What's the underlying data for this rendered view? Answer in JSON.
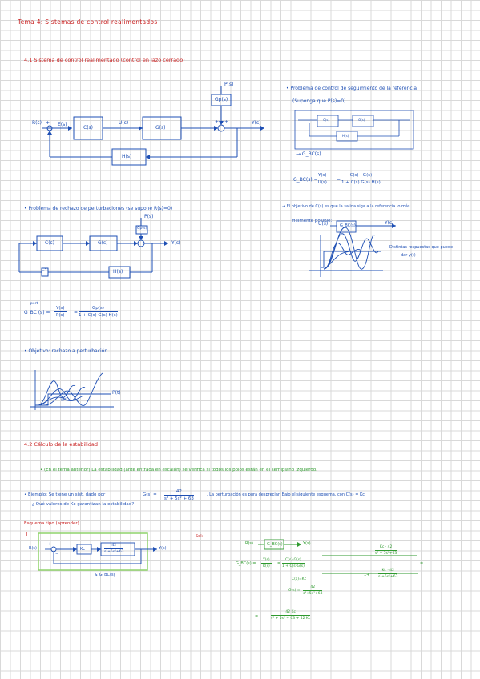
{
  "title": "Tema 4: Sistemas de control realimentados",
  "section_41": {
    "heading": "4.1 Sistema de control realimentado (control en lazo cerrado)",
    "diagram1": {
      "R": "R(s)",
      "plus": "+",
      "E": "E(s)",
      "minus": "−",
      "C": "C(s)",
      "U": "U(s)",
      "G": "G(s)",
      "Y": "Y(s)",
      "H": "H(s)",
      "P": "P(s)",
      "Gp": "Gp(s)",
      "plus2": "+",
      "plus3": "+"
    },
    "tracking": {
      "line1": "• Problema de control de seguimiento de la referencia",
      "line2": "(Suponga que P(s)=0)",
      "gbc_label": "→ G_BC(s)",
      "mini_C": "C(s)",
      "mini_G": "G(s)",
      "mini_H": "H(s)",
      "eq_lhs": "G_BC(s) =",
      "eq_num1": "Y(s)",
      "eq_den1": "U(s)",
      "eq_eq": "=",
      "eq_num2": "C(s) · G(s)",
      "eq_den2": "1 + C(s) G(s) H(s)"
    },
    "objective_tracking": {
      "line1": "→ El objetivo de C(s) es que la salida siga a la referencia lo más",
      "line2": "fielmente posible:",
      "U": "U(s)",
      "G": "G_BC(s)",
      "Y": "Y(s)",
      "note1": "Distintas respuestas que puede",
      "note2": "dar y(t)"
    },
    "disturbance": {
      "line1": "• Problema de rechazo de perturbaciones (se supone R(s)=0)",
      "P": "P(s)",
      "Gp": "Gp(s)",
      "C": "C(s)",
      "G": "G(s)",
      "Y": "Y(s)",
      "H": "H(s)",
      "minus": "−1",
      "eq_sup": "pert",
      "eq_lhs": "G_BC (s) =",
      "eq_num1": "Y(s)",
      "eq_den1": "P(s)",
      "eq_eq": "=",
      "eq_num2": "Gp(s)",
      "eq_den2": "1 + C(s) G(s) H(s)",
      "objective": "• Objetivo: rechazo a perturbación",
      "plot_label": "P(t)",
      "plot_sub": "y(t)"
    }
  },
  "section_42": {
    "heading": "4.2 Cálculo de la estabilidad",
    "line1": "• (En el tema anterior) La estabilidad (ante entrada en escalón) se verifica si todos los polos están en el semiplano izquierdo.",
    "example_line1a": "• Ejemplo: Se tiene un sist. dado por",
    "example_G": "G(s) =",
    "example_num": "42",
    "example_den": "s³ + 5s² + 63",
    "example_line1b": ". La perturbación es pura despreciar. Bajo el siguiente esquema, con C(s) = Kc",
    "example_line2": "¿ Qué valores de Kc garantizan la estabilidad?",
    "scheme_title": "Esquema tipo (aprender)",
    "scheme_arrow": "L",
    "sol_label": "Sol:",
    "scheme": {
      "R": "R(s)",
      "plus": "+",
      "minus": "−",
      "Kc": "Kc",
      "num": "42",
      "den": "s³+5s²+63",
      "Y": "Y(s)",
      "gbc": "↳ G_BC(s)"
    },
    "sol": {
      "R": "R(s)",
      "gbc": "G_BC(s)",
      "Y": "Y(s)",
      "eq_lhs": "G_BC(s) =",
      "num1": "Y(s)",
      "den1": "R(s)",
      "eq": "=",
      "num2": "C(s)·G(s)",
      "den2": "1 + C(s)G(s)",
      "C": "C(s)=Kc",
      "G_lhs": "G(s) =",
      "G_num": "42",
      "G_den": "s³+5s²+63",
      "r_eq": "=",
      "r_num_num": "Kc · 42",
      "r_num_den": "s³ + 5s²+63",
      "r_mid": "1+",
      "r_den_num": "Kc · 42",
      "r_den_den": "s³+5s²+63",
      "final_eq": "=",
      "final_num": "42 Kc",
      "final_den": "s³ + 5s² + 63 + 42 Kc"
    }
  }
}
